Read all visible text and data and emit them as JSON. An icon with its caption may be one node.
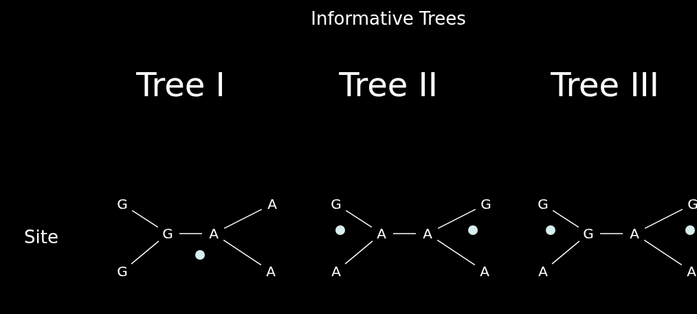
{
  "diagram": {
    "title": "Informative Trees",
    "nodes": [
      {
        "text": [
          "G"
        ]
      },
      {
        "text": [
          "A"
        ]
      },
      {
        "text": [
          "G"
        ]
      },
      {
        "text": [
          "A"
        ]
      },
      {
        "text": [
          "G"
        ]
      },
      {
        "text": [
          "A"
        ]
      },
      {
        "text": [
          "G"
        ]
      },
      {
        "text": [
          "G"
        ]
      },
      {
        "text": [
          "A"
        ]
      },
      {
        "text": [
          "A"
        ]
      },
      {
        "text": [
          "A"
        ]
      },
      {
        "text": [
          "A"
        ]
      },
      {
        "text": [
          "G"
        ]
      },
      {
        "text": [
          "G"
        ]
      },
      {
        "text": [
          "G"
        ]
      },
      {
        "text": [
          "A"
        ]
      },
      {
        "text": [
          "A"
        ]
      },
      {
        "text": [
          "A"
        ]
      }
    ],
    "edges": [
      {
        "from": 0,
        "to": 2,
        "arrow": "none"
      },
      {
        "from": 1,
        "to": 3,
        "arrow": "none"
      },
      {
        "from": 2,
        "to": 3,
        "arrow": "none"
      },
      {
        "from": 4,
        "to": 2,
        "arrow": "none"
      },
      {
        "from": 5,
        "to": 3,
        "arrow": "none"
      },
      {
        "from": 6,
        "to": 8,
        "arrow": "none"
      },
      {
        "from": 7,
        "to": 9,
        "arrow": "none"
      },
      {
        "from": 8,
        "to": 9,
        "arrow": "none"
      },
      {
        "from": 10,
        "to": 8,
        "arrow": "none"
      },
      {
        "from": 11,
        "to": 9,
        "arrow": "none"
      },
      {
        "from": 12,
        "to": 14,
        "arrow": "none"
      },
      {
        "from": 13,
        "to": 15,
        "arrow": "none"
      },
      {
        "from": 14,
        "to": 15,
        "arrow": "none"
      },
      {
        "from": 16,
        "to": 14,
        "arrow": "none"
      },
      {
        "from": 17,
        "to": 15,
        "arrow": "none"
      }
    ],
    "labels": [
      "Tree I",
      "Tree II",
      "Tree III",
      "Site"
    ]
  }
}
